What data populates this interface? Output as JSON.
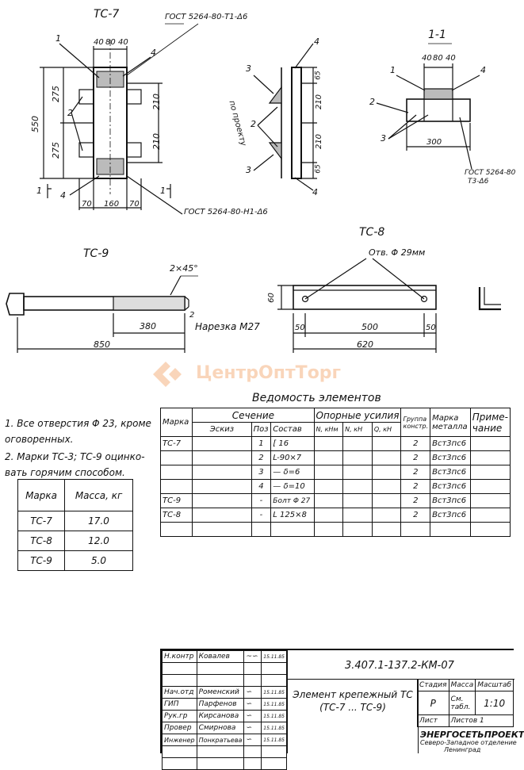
{
  "drawings": {
    "tc7": {
      "title": "ТС-7",
      "gost_top": "ГОСТ 5264-80-Т1-Δ6",
      "gost_bottom": "ГОСТ 5264-80-Н1-Δ6",
      "dims": {
        "top": [
          "40",
          "80",
          "40"
        ],
        "overall": "550",
        "half1": "275",
        "half2": "275",
        "right1": "210",
        "right2": "210",
        "bottom": [
          "70",
          "160",
          "70"
        ]
      },
      "callouts": [
        "1",
        "2",
        "4",
        "4"
      ],
      "section_marks": [
        "1",
        "1"
      ]
    },
    "side": {
      "label_along": "по проекту",
      "callouts": [
        "4",
        "3",
        "2",
        "3",
        "4"
      ],
      "dims": [
        "65",
        "210",
        "210",
        "65"
      ]
    },
    "s11": {
      "title": "1-1",
      "dims_top": [
        "40",
        "80",
        "40"
      ],
      "width": "300",
      "callouts": [
        "1",
        "2",
        "3"
      ],
      "gost": "ГОСТ 5264-80",
      "gost2": "Т3-Δ6"
    },
    "tc9": {
      "title": "ТС-9",
      "chamfer": "2×45°",
      "thread_len": "380",
      "thread_label": "Нарезка М27",
      "overall": "850",
      "gap": "2"
    },
    "tc8": {
      "title": "ТС-8",
      "holes": "Отв. Φ 29мм",
      "height": "60",
      "edge_left": "50",
      "span": "500",
      "edge_right": "50",
      "overall": "620"
    }
  },
  "watermark": "ЦентрОптТорг",
  "notes": [
    "1. Все отверстия Φ 23, кроме оговоренных.",
    "2. Марки ТС-3; ТС-9 оцинко- вать горячим способом."
  ],
  "mass_table": {
    "headers": [
      "Марка",
      "Масса, кг"
    ],
    "rows": [
      [
        "ТС-7",
        "17.0"
      ],
      [
        "ТС-8",
        "12.0"
      ],
      [
        "ТС-9",
        "5.0"
      ]
    ]
  },
  "elements_table": {
    "title": "Ведомость элементов",
    "h_marka": "Марка",
    "h_section": "Сечение",
    "h_sketch": "Эскиз",
    "h_pos": "Поз",
    "h_sostav": "Состав",
    "h_forces": "Опорные усилия",
    "h_n": "N, кНм",
    "h_n2": "N, кН",
    "h_q": "Q, кН",
    "h_group": "Группа констр.",
    "h_metal": "Марка металла",
    "h_note": "Приме- чание",
    "rows": [
      {
        "marka": "ТС-7",
        "pos": "1",
        "sostav": "[ 16",
        "group": "2",
        "metal": "Вст3пс6"
      },
      {
        "marka": "",
        "pos": "2",
        "sostav": "L-90×7",
        "group": "2",
        "metal": "Вст3пс6"
      },
      {
        "marka": "",
        "pos": "3",
        "sostav": "— δ=6",
        "group": "2",
        "metal": "Вст3пс6"
      },
      {
        "marka": "",
        "pos": "4",
        "sostav": "— δ=10",
        "group": "2",
        "metal": "Вст3пс6"
      },
      {
        "marka": "ТС-9",
        "pos": "-",
        "sostav": "Болт Φ 27",
        "group": "2",
        "metal": "Вст3пс6"
      },
      {
        "marka": "ТС-8",
        "pos": "-",
        "sostav": "L 125×8",
        "group": "2",
        "metal": "Вст3пс6"
      }
    ]
  },
  "stamp": {
    "signers": [
      [
        "Н.контр",
        "Ковалев",
        "",
        "15.11.85"
      ],
      [
        "Нач.отд",
        "Роменский",
        "",
        "15.11.85"
      ],
      [
        "ГИП",
        "Парфенов",
        "",
        "15.11.85"
      ],
      [
        "Рук.гр",
        "Кирсанова",
        "",
        "15.11.85"
      ],
      [
        "Провер",
        "Смирнова",
        "",
        "15.11.85"
      ],
      [
        "Инженер",
        "Понкратьева",
        "",
        "15.11.85"
      ]
    ],
    "doc_code": "3.407.1-137.2-КМ-07",
    "doc_title": "Элемент крепежный ТС (ТС-7 ... ТС-9)",
    "stage_h": "Стадия",
    "mass_h": "Масса",
    "scale_h": "Масштаб",
    "stage": "Р",
    "mass": "См. табл.",
    "scale": "1:10",
    "sheet": "Лист",
    "sheets": "Листов 1",
    "org1": "ЭНЕРГОСЕТЬПРОЕКТ",
    "org2": "Северо-Западное отделение",
    "org3": "Ленинград"
  }
}
